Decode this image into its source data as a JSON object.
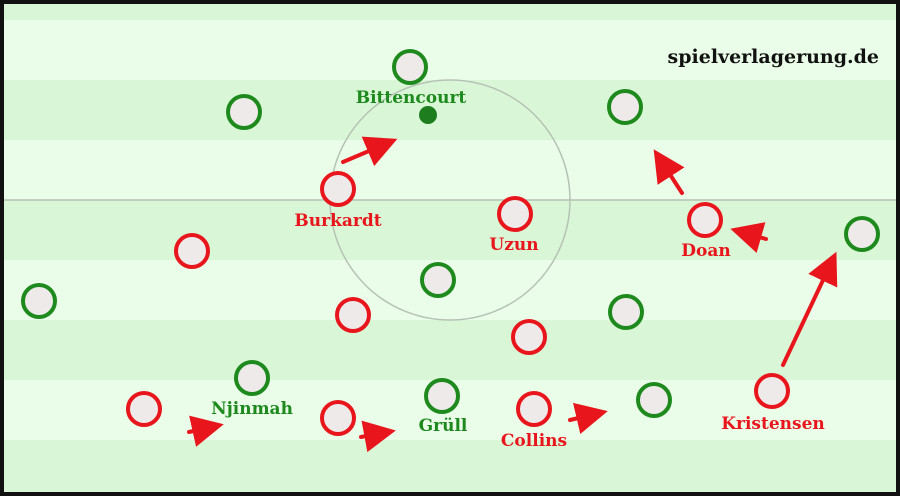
{
  "watermark": "spielverlagerung.de",
  "colors": {
    "stripe_light": "#eafde9",
    "stripe_dark": "#d9f7d6",
    "pitch_line": "#b5c2b5",
    "border": "#111111",
    "team_red": "#e8161c",
    "team_green": "#1e8a1e",
    "player_fill": "#eeeaea",
    "arrow": "#e8161c"
  },
  "players": {
    "red": [
      {
        "id": "burkardt",
        "name": "Burkardt"
      },
      {
        "id": "uzun",
        "name": "Uzun"
      },
      {
        "id": "doan",
        "name": "Doan"
      },
      {
        "id": "collins",
        "name": "Collins"
      },
      {
        "id": "kristensen",
        "name": "Kristensen"
      },
      {
        "id": "red-unnamed-1",
        "name": ""
      },
      {
        "id": "red-unnamed-2",
        "name": ""
      },
      {
        "id": "red-unnamed-3",
        "name": ""
      },
      {
        "id": "red-unnamed-4",
        "name": ""
      },
      {
        "id": "red-unnamed-5",
        "name": ""
      }
    ],
    "green": [
      {
        "id": "bittencourt",
        "name": "Bittencourt"
      },
      {
        "id": "njinmah",
        "name": "Njinmah"
      },
      {
        "id": "grull",
        "name": "Grüll"
      },
      {
        "id": "green-unnamed-1",
        "name": ""
      },
      {
        "id": "green-unnamed-2",
        "name": ""
      },
      {
        "id": "green-unnamed-3",
        "name": ""
      },
      {
        "id": "green-unnamed-4",
        "name": ""
      },
      {
        "id": "green-unnamed-5",
        "name": ""
      },
      {
        "id": "green-unnamed-6",
        "name": ""
      },
      {
        "id": "green-unnamed-7",
        "name": ""
      }
    ]
  }
}
